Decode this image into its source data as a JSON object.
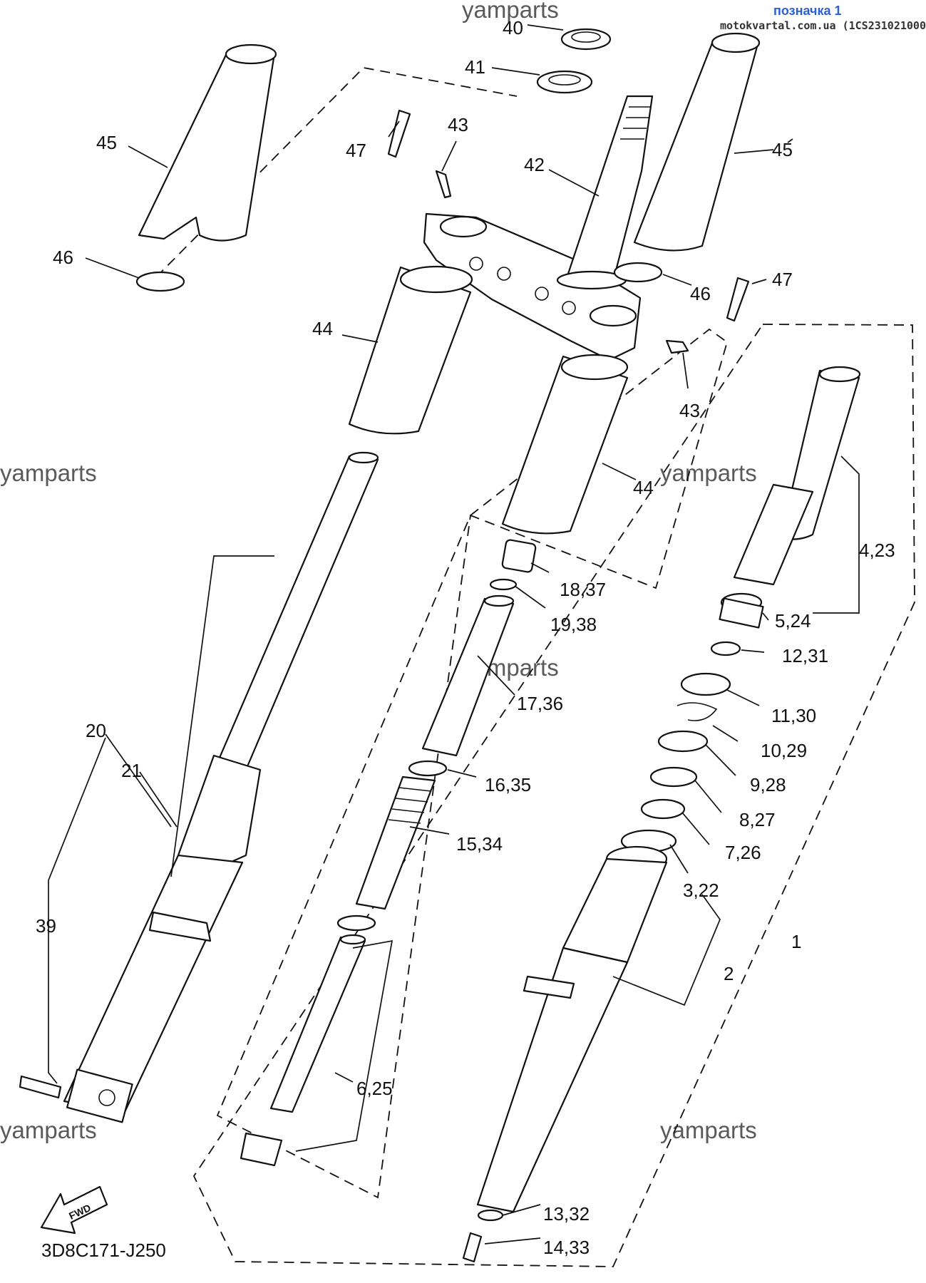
{
  "header": {
    "bookmark": "позначка 1",
    "source": "motokvartal.com.ua (1CS231021000)"
  },
  "watermarks": [
    "yamparts",
    "yamparts",
    "yamparts",
    "yamparts",
    "yamparts",
    "yamparts"
  ],
  "diagram_code": "3D8C171-J250",
  "fwd_label": "FWD",
  "callouts": {
    "c40": "40",
    "c41": "41",
    "c42": "42",
    "c43a": "43",
    "c43b": "43",
    "c44a": "44",
    "c44b": "44",
    "c45a": "45",
    "c45b": "45",
    "c46a": "46",
    "c46b": "46",
    "c47a": "47",
    "c47b": "47",
    "c4_23": "4,23",
    "c5_24": "5,24",
    "c12_31": "12,31",
    "c11_30": "11,30",
    "c10_29": "10,29",
    "c9_28": "9,28",
    "c8_27": "8,27",
    "c7_26": "7,26",
    "c3_22": "3,22",
    "c2": "2",
    "c1": "1",
    "c18_37": "18,37",
    "c19_38": "19,38",
    "c17_36": "17,36",
    "c16_35": "16,35",
    "c15_34": "15,34",
    "c6_25": "6,25",
    "c13_32": "13,32",
    "c14_33": "14,33",
    "c20": "20",
    "c21": "21",
    "c39": "39"
  }
}
